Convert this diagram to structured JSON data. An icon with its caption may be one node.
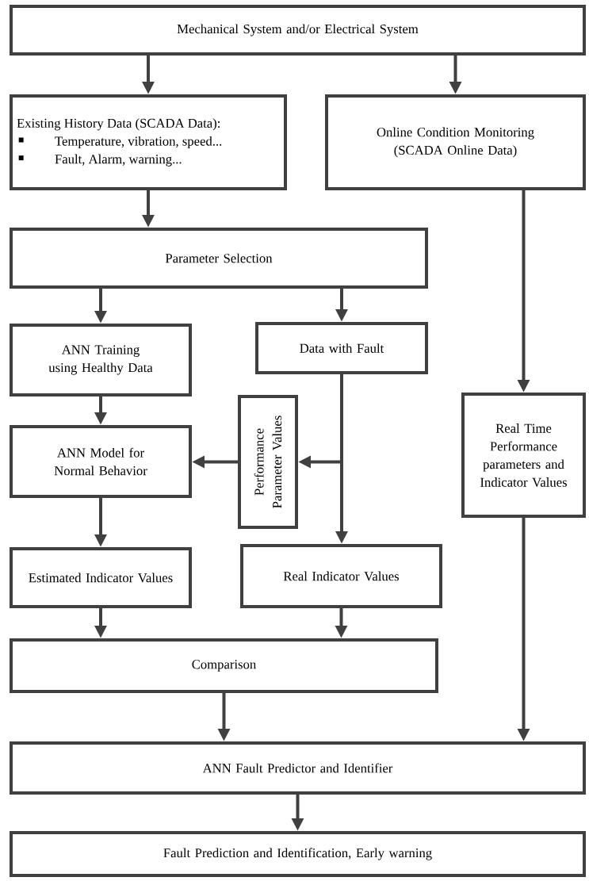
{
  "diagram": {
    "nodes": [
      {
        "text": [
          "Mechanical System and/or Electrical System"
        ]
      },
      {
        "text": [
          "Existing History Data (SCADA Data):",
          "Temperature, vibration, speed...",
          "Fault, Alarm, warning..."
        ]
      },
      {
        "text": [
          "Online Condition Monitoring (SCADA Online Data)"
        ]
      },
      {
        "text": [
          "Parameter Selection"
        ]
      },
      {
        "text": [
          "ANN Training using Healthy Data"
        ]
      },
      {
        "text": [
          "Data with Fault"
        ]
      },
      {
        "text": [
          "Performance Parameter Values"
        ]
      },
      {
        "text": [
          "ANN Model for Normal Behavior"
        ]
      },
      {
        "text": [
          "Real Time Performance parameters and Indicator Values"
        ]
      },
      {
        "text": [
          "Estimated Indicator Values"
        ]
      },
      {
        "text": [
          "Real Indicator Values"
        ]
      },
      {
        "text": [
          "Comparison"
        ]
      },
      {
        "text": [
          "ANN Fault Predictor and Identifier"
        ]
      },
      {
        "text": [
          "Fault Prediction and Identification, Early warning"
        ]
      }
    ],
    "edges": [
      {
        "from": 0,
        "to": 1,
        "arrow": "to"
      },
      {
        "from": 0,
        "to": 2,
        "arrow": "to"
      },
      {
        "from": 1,
        "to": 3,
        "arrow": "to"
      },
      {
        "from": 3,
        "to": 4,
        "arrow": "to"
      },
      {
        "from": 3,
        "to": 5,
        "arrow": "to"
      },
      {
        "from": 2,
        "to": 8,
        "arrow": "to"
      },
      {
        "from": 4,
        "to": 7,
        "arrow": "to"
      },
      {
        "from": 5,
        "to": 6,
        "arrow": "to"
      },
      {
        "from": 6,
        "to": 7,
        "arrow": "to"
      },
      {
        "from": 5,
        "to": 10,
        "arrow": "to"
      },
      {
        "from": 7,
        "to": 9,
        "arrow": "to"
      },
      {
        "from": 9,
        "to": 11,
        "arrow": "to"
      },
      {
        "from": 10,
        "to": 11,
        "arrow": "to"
      },
      {
        "from": 11,
        "to": 12,
        "arrow": "to"
      },
      {
        "from": 8,
        "to": 12,
        "arrow": "to"
      },
      {
        "from": 12,
        "to": 13,
        "arrow": "to"
      }
    ]
  }
}
